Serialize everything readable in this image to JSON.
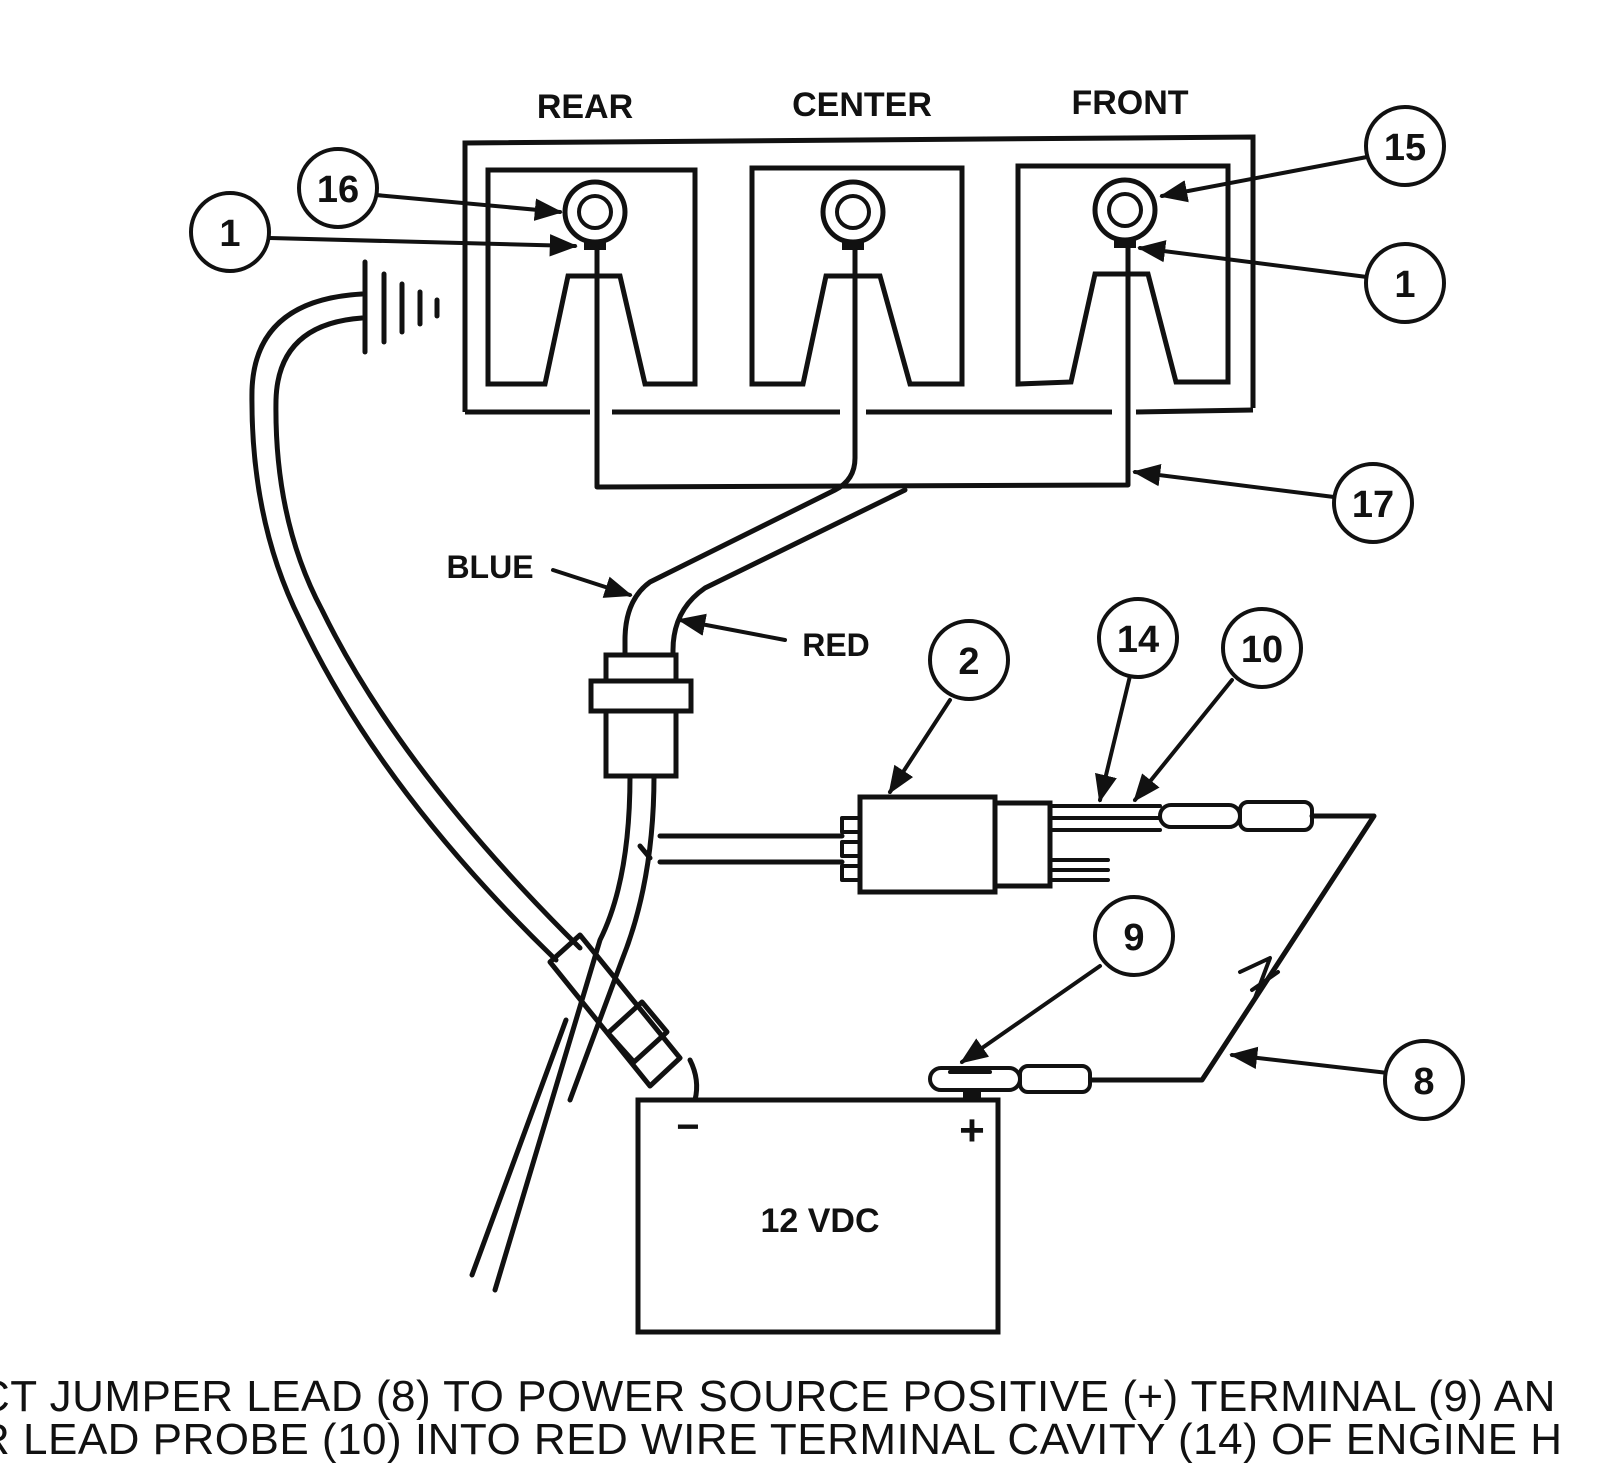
{
  "labels": {
    "rear": "REAR",
    "center": "CENTER",
    "front": "FRONT",
    "blue": "BLUE",
    "red": "RED",
    "voltage": "12 VDC",
    "minus": "−",
    "plus": "+"
  },
  "callouts": {
    "c16": "16",
    "c1_left": "1",
    "c15": "15",
    "c1_right": "1",
    "c17": "17",
    "c2": "2",
    "c14": "14",
    "c10": "10",
    "c9": "9",
    "c8": "8"
  },
  "caption": {
    "line1": "CT JUMPER LEAD (8) TO POWER SOURCE POSITIVE (+) TERMINAL (9) AN",
    "line2": "R LEAD PROBE (10) INTO RED WIRE TERMINAL CAVITY (14) OF ENGINE H"
  }
}
